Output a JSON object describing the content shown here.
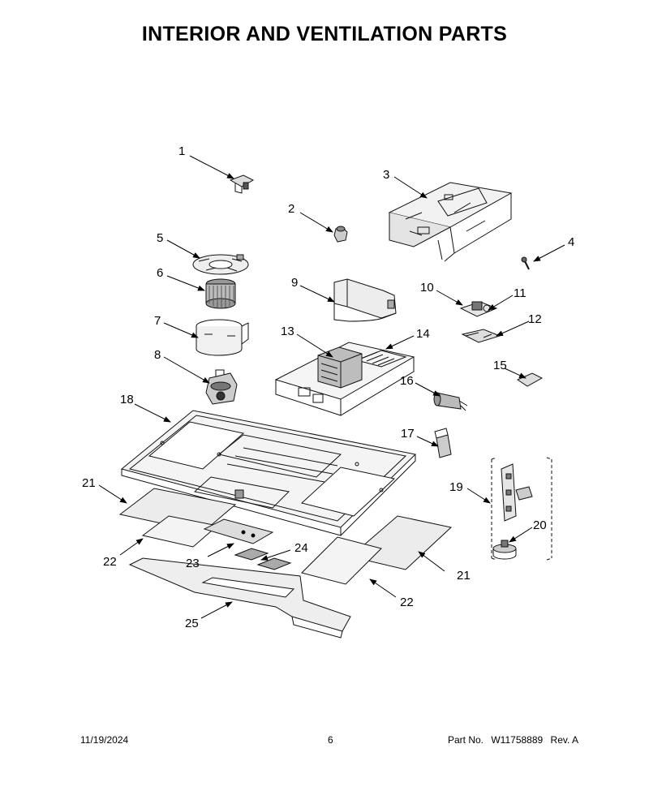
{
  "title": "INTERIOR AND VENTILATION PARTS",
  "footer": {
    "date": "11/19/2024",
    "page": "6",
    "part_label": "Part No.",
    "part_number": "W11758889",
    "revision": "Rev. A"
  },
  "callouts": [
    {
      "id": "c1",
      "label": "1"
    },
    {
      "id": "c2",
      "label": "2"
    },
    {
      "id": "c3",
      "label": "3"
    },
    {
      "id": "c4",
      "label": "4"
    },
    {
      "id": "c5",
      "label": "5"
    },
    {
      "id": "c6",
      "label": "6"
    },
    {
      "id": "c7",
      "label": "7"
    },
    {
      "id": "c8",
      "label": "8"
    },
    {
      "id": "c9",
      "label": "9"
    },
    {
      "id": "c10",
      "label": "10"
    },
    {
      "id": "c11",
      "label": "11"
    },
    {
      "id": "c12",
      "label": "12"
    },
    {
      "id": "c13",
      "label": "13"
    },
    {
      "id": "c14",
      "label": "14"
    },
    {
      "id": "c15",
      "label": "15"
    },
    {
      "id": "c16",
      "label": "16"
    },
    {
      "id": "c17",
      "label": "17"
    },
    {
      "id": "c18",
      "label": "18"
    },
    {
      "id": "c19",
      "label": "19"
    },
    {
      "id": "c20",
      "label": "20"
    },
    {
      "id": "c21a",
      "label": "21"
    },
    {
      "id": "c21b",
      "label": "21"
    },
    {
      "id": "c22a",
      "label": "22"
    },
    {
      "id": "c22b",
      "label": "22"
    },
    {
      "id": "c23",
      "label": "23"
    },
    {
      "id": "c24",
      "label": "24"
    },
    {
      "id": "c25",
      "label": "25"
    }
  ]
}
